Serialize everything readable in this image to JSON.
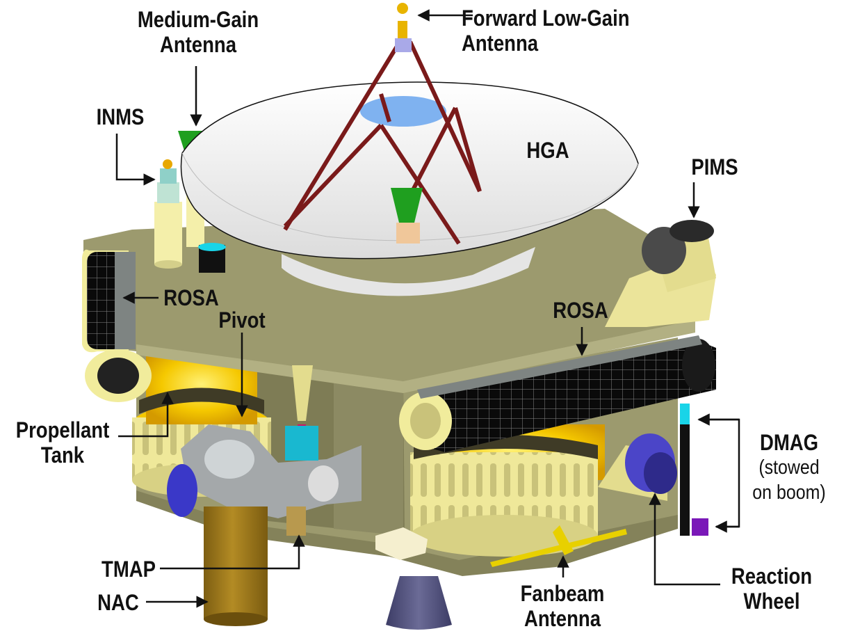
{
  "colors": {
    "deck": "#9c9a6e",
    "deck_dark": "#84825a",
    "deck_edge": "#b2b083",
    "yellow_pale": "#f1ec9c",
    "tank_yellow": "#f5c800",
    "dish": "#f2f2f2",
    "truss": "#7a1a1a",
    "antenna_green": "#1f9f1f",
    "solar_grid": "#0a0a0a",
    "nac_gold": "#a5801e",
    "nozzle": "#5a5a82",
    "reaction_wheel": "#4b45c8",
    "cyan": "#19d4e8",
    "purple": "#7a18b8",
    "label_text": "#111111",
    "arrow": "#111111"
  },
  "labels": {
    "forward_lga": [
      "Forward Low-Gain",
      "Antenna"
    ],
    "medium_gain": [
      "Medium-Gain",
      "Antenna"
    ],
    "inms": "INMS",
    "hga": "HGA",
    "pims": "PIMS",
    "rosa_left": "ROSA",
    "rosa_right": "ROSA",
    "pivot": "Pivot",
    "propellant_tank": [
      "Propellant",
      "Tank"
    ],
    "dmag": [
      "DMAG",
      "(stowed",
      "on boom)"
    ],
    "tmap": "TMAP",
    "nac": "NAC",
    "fanbeam": [
      "Fanbeam",
      "Antenna"
    ],
    "reaction_wheel": [
      "Reaction",
      "Wheel"
    ]
  }
}
